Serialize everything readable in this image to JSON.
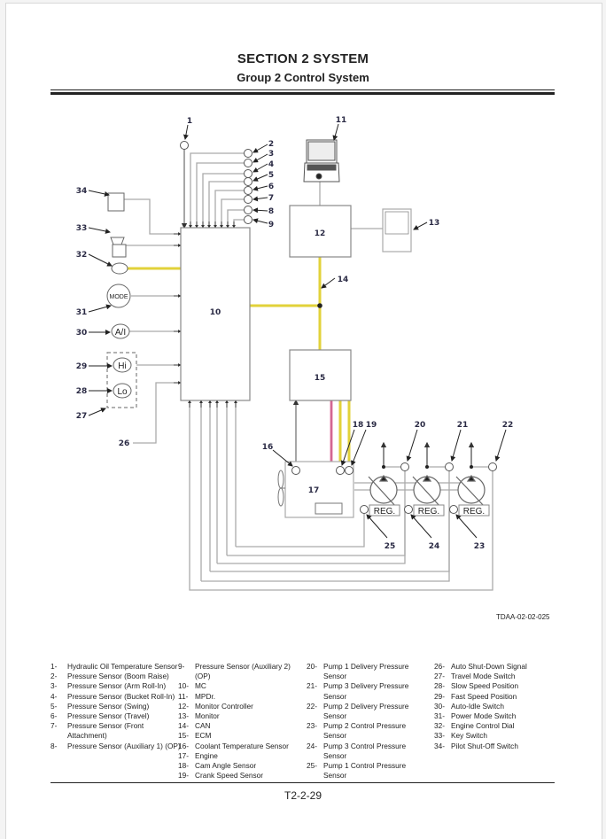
{
  "header": {
    "section": "SECTION 2 SYSTEM",
    "group": "Group 2 Control System"
  },
  "diagram": {
    "figure_code": "TDAA-02-02-025",
    "colors": {
      "can_bus": "#e2d23a",
      "signal_pink": "#e87fa8",
      "wire": "#aaaaaa"
    },
    "callouts": [
      "1",
      "2",
      "3",
      "4",
      "5",
      "6",
      "7",
      "8",
      "9",
      "10",
      "11",
      "12",
      "13",
      "14",
      "15",
      "16",
      "17",
      "18",
      "19",
      "20",
      "21",
      "22",
      "23",
      "24",
      "25",
      "26",
      "27",
      "28",
      "29",
      "30",
      "31",
      "32",
      "33",
      "34"
    ],
    "symbol_text": {
      "mode": "MODE",
      "auto_idle": "A/I",
      "hi": "Hi",
      "lo": "Lo",
      "reg": "REG."
    }
  },
  "legend": {
    "columns": [
      [
        {
          "num": "1-",
          "text": "Hydraulic Oil Temperature Sensor"
        },
        {
          "num": "2-",
          "text": "Pressure Sensor (Boom Raise)"
        },
        {
          "num": "3-",
          "text": "Pressure Sensor (Arm Roll-In)"
        },
        {
          "num": "4-",
          "text": "Pressure Sensor (Bucket Roll-In)"
        },
        {
          "num": "5-",
          "text": "Pressure Sensor (Swing)"
        },
        {
          "num": "6-",
          "text": "Pressure Sensor (Travel)"
        },
        {
          "num": "7-",
          "text": "Pressure Sensor (Front Attachment)"
        },
        {
          "num": "8-",
          "text": "Pressure Sensor (Auxiliary 1) (OP)"
        }
      ],
      [
        {
          "num": "9-",
          "text": "Pressure Sensor (Auxiliary 2) (OP)"
        },
        {
          "num": "10-",
          "text": "MC"
        },
        {
          "num": "11-",
          "text": "MPDr."
        },
        {
          "num": "12-",
          "text": "Monitor Controller"
        },
        {
          "num": "13-",
          "text": "Monitor"
        },
        {
          "num": "14-",
          "text": "CAN"
        },
        {
          "num": "15-",
          "text": "ECM"
        },
        {
          "num": "16-",
          "text": "Coolant Temperature Sensor"
        },
        {
          "num": "17-",
          "text": "Engine"
        },
        {
          "num": "18-",
          "text": "Cam Angle Sensor"
        },
        {
          "num": "19-",
          "text": "Crank Speed Sensor"
        }
      ],
      [
        {
          "num": "20-",
          "text": "Pump 1 Delivery Pressure Sensor"
        },
        {
          "num": "21-",
          "text": "Pump 3 Delivery Pressure Sensor"
        },
        {
          "num": "22-",
          "text": "Pump 2 Delivery Pressure Sensor"
        },
        {
          "num": "23-",
          "text": "Pump 2 Control Pressure Sensor"
        },
        {
          "num": "24-",
          "text": "Pump 3 Control Pressure Sensor"
        },
        {
          "num": "25-",
          "text": "Pump 1 Control Pressure Sensor"
        }
      ],
      [
        {
          "num": "26-",
          "text": "Auto Shut-Down Signal"
        },
        {
          "num": "27-",
          "text": "Travel Mode Switch"
        },
        {
          "num": "28-",
          "text": "Slow Speed Position"
        },
        {
          "num": "29-",
          "text": "Fast Speed Position"
        },
        {
          "num": "30-",
          "text": "Auto-Idle Switch"
        },
        {
          "num": "31-",
          "text": "Power Mode Switch"
        },
        {
          "num": "32-",
          "text": "Engine Control Dial"
        },
        {
          "num": "33-",
          "text": "Key Switch"
        },
        {
          "num": "34-",
          "text": "Pilot Shut-Off Switch"
        }
      ]
    ]
  },
  "footer": {
    "page_number": "T2-2-29"
  }
}
